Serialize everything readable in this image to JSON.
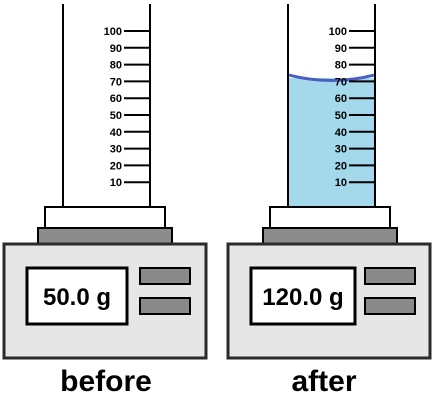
{
  "scales": [
    {
      "caption": "before",
      "reading": "50.0 g",
      "liquid_level_ml": 0
    },
    {
      "caption": "after",
      "reading": "120.0 g",
      "liquid_level_ml": 72
    }
  ],
  "cylinder_ticks": [
    "10",
    "20",
    "30",
    "40",
    "50",
    "60",
    "70",
    "80",
    "90",
    "100"
  ],
  "colors": {
    "liquid": "#a3d9eb",
    "meniscus": "#4a5fc1",
    "scale_body": "#e6e6e6",
    "scale_outline": "#2b2b2b",
    "button": "#8a8a8a",
    "platform_base": "#8c8c8c"
  }
}
